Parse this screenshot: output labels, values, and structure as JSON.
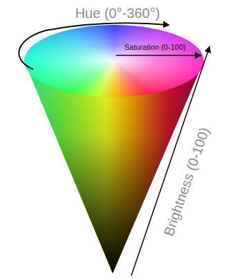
{
  "diagram": {
    "labels": [
      "Hue (0°-360°)",
      "Saturation (0-100)",
      "Brightness (0-100)"
    ]
  }
}
